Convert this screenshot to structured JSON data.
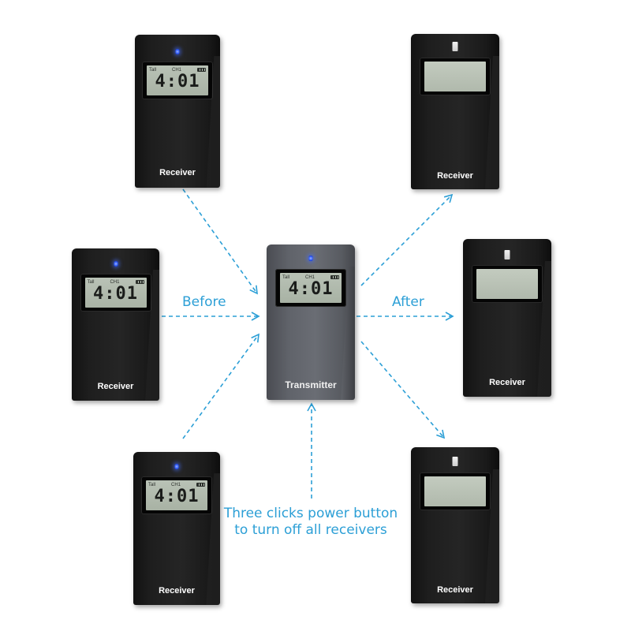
{
  "colors": {
    "arrow": "#2c9fd6",
    "caption": "#2c9fd6",
    "led_on": "#2f5cff",
    "lcd": "#b3bcaf"
  },
  "labels": {
    "before": "Before",
    "after": "After",
    "instruction_line1": "Three clicks power button",
    "instruction_line2": "to turn off all receivers"
  },
  "transmitter": {
    "label": "Transmitter",
    "display_time": "4:01",
    "signal_text": "Tall",
    "channel_text": "CH1"
  },
  "receivers_before": [
    {
      "label": "Receiver",
      "display_time": "4:01",
      "signal_text": "Tall",
      "channel_text": "CH1",
      "led": "blue-led-on"
    },
    {
      "label": "Receiver",
      "display_time": "4:01",
      "signal_text": "Tall",
      "channel_text": "CH1",
      "led": "blue-led-on"
    },
    {
      "label": "Receiver",
      "display_time": "4:01",
      "signal_text": "Tall",
      "channel_text": "CH1",
      "led": "blue-led-on"
    }
  ],
  "receivers_after": [
    {
      "label": "Receiver",
      "display": "blank",
      "led": "led-off"
    },
    {
      "label": "Receiver",
      "display": "blank",
      "led": "led-off"
    },
    {
      "label": "Receiver",
      "display": "blank",
      "led": "led-off"
    }
  ]
}
